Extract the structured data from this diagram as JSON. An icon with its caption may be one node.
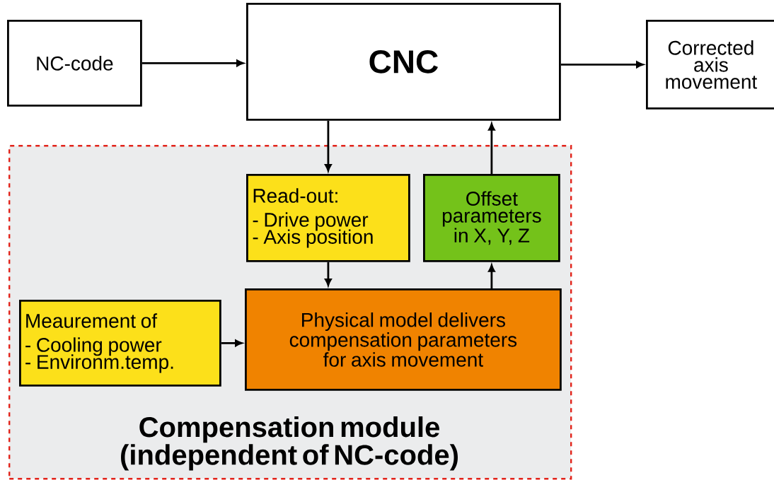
{
  "diagram": {
    "nodes": [
      {
        "text": [
          "NC-code"
        ]
      },
      {
        "text": [
          "CNC"
        ]
      },
      {
        "text": [
          "Corrected axis movement"
        ]
      },
      {
        "text": [
          "Compensation module (independent of NC-code)"
        ]
      },
      {
        "text": [
          "Read-out:",
          "- Drive power",
          "- Axis position"
        ],
        "in": 3
      },
      {
        "text": [
          "Offset parameters in X, Y, Z"
        ],
        "in": 3
      },
      {
        "text": [
          "Meaurement of",
          "- Cooling power",
          "- Environm.temp."
        ],
        "in": 3
      },
      {
        "text": [
          "Physical model delivers compensation parameters for axis movement"
        ],
        "in": 3
      }
    ],
    "edges": [
      {
        "from": 0,
        "to": 1,
        "arrow": "to"
      },
      {
        "from": 1,
        "to": 2,
        "arrow": "to"
      },
      {
        "from": 1,
        "to": 4,
        "arrow": "to"
      },
      {
        "from": 5,
        "to": 1,
        "arrow": "to"
      },
      {
        "from": 4,
        "to": 7,
        "arrow": "to"
      },
      {
        "from": 7,
        "to": 5,
        "arrow": "to"
      },
      {
        "from": 6,
        "to": 7,
        "arrow": "to"
      }
    ]
  }
}
